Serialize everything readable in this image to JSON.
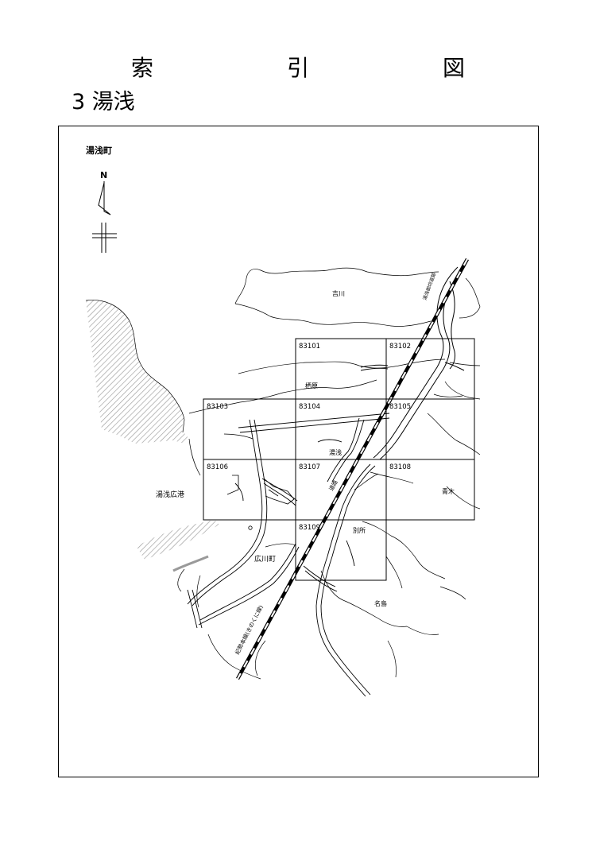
{
  "header": {
    "title": "索　引　図",
    "subtitle": "3 湯浅"
  },
  "map": {
    "town_label": "湯浅町",
    "north_label": "N",
    "sheets": [
      {
        "id": "83101"
      },
      {
        "id": "83102"
      },
      {
        "id": "83103"
      },
      {
        "id": "83104"
      },
      {
        "id": "83105"
      },
      {
        "id": "83106"
      },
      {
        "id": "83107"
      },
      {
        "id": "83108"
      },
      {
        "id": "83109"
      }
    ],
    "places": {
      "yoshikawa": "吉川",
      "kurihara": "栖原",
      "yuasa": "湯浅",
      "aoki": "青木",
      "yuasa_port": "湯浅広港",
      "bessho": "別所",
      "hirokawa": "広川町",
      "najima": "名島",
      "railway": "紀勢本線(きのくに線)",
      "expressway_short": "道路",
      "expressway_north": "湯浅御坊道路"
    },
    "colors": {
      "line": "#000000",
      "shore_hatch": "#9a9a9a",
      "paper": "#ffffff"
    }
  }
}
